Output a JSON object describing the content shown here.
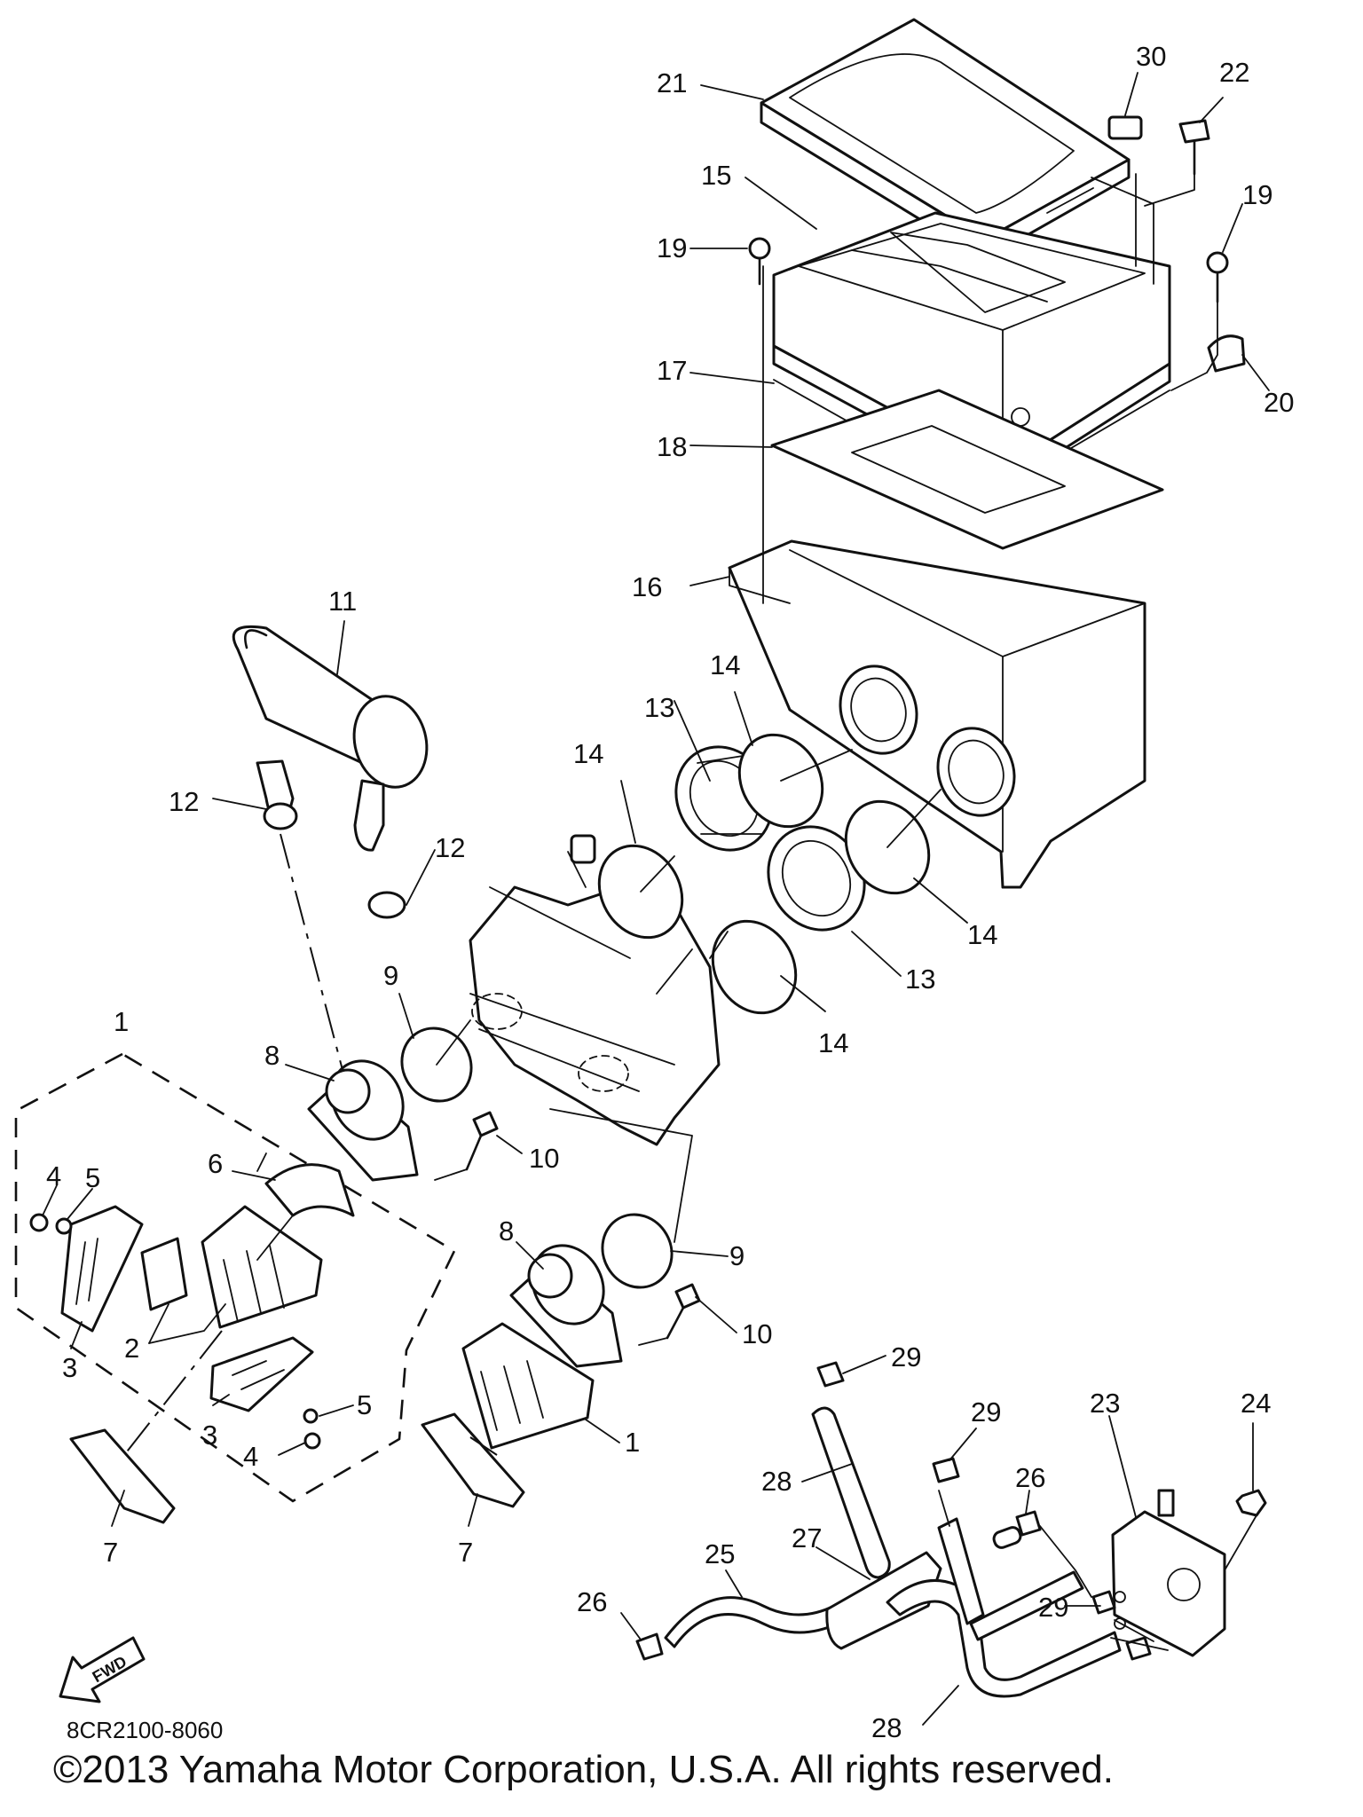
{
  "diagram_code": "8CR2100-8060",
  "copyright": "©2013 Yamaha Motor Corporation, U.S.A. All rights reserved.",
  "fwd_label": "FWD",
  "callouts": {
    "c1a": "1",
    "c1b": "1",
    "c2": "2",
    "c3a": "3",
    "c3b": "3",
    "c4a": "4",
    "c4b": "4",
    "c5a": "5",
    "c5b": "5",
    "c6": "6",
    "c7a": "7",
    "c7b": "7",
    "c8a": "8",
    "c8b": "8",
    "c9a": "9",
    "c9b": "9",
    "c10a": "10",
    "c10b": "10",
    "c11": "11",
    "c12a": "12",
    "c12b": "12",
    "c13a": "13",
    "c13b": "13",
    "c14a": "14",
    "c14b": "14",
    "c14c": "14",
    "c14d": "14",
    "c15": "15",
    "c16": "16",
    "c17": "17",
    "c18": "18",
    "c19a": "19",
    "c19b": "19",
    "c20": "20",
    "c21": "21",
    "c22": "22",
    "c23": "23",
    "c24": "24",
    "c25": "25",
    "c26a": "26",
    "c26b": "26",
    "c27": "27",
    "c28a": "28",
    "c28b": "28",
    "c29a": "29",
    "c29b": "29",
    "c29c": "29",
    "c30": "30"
  }
}
